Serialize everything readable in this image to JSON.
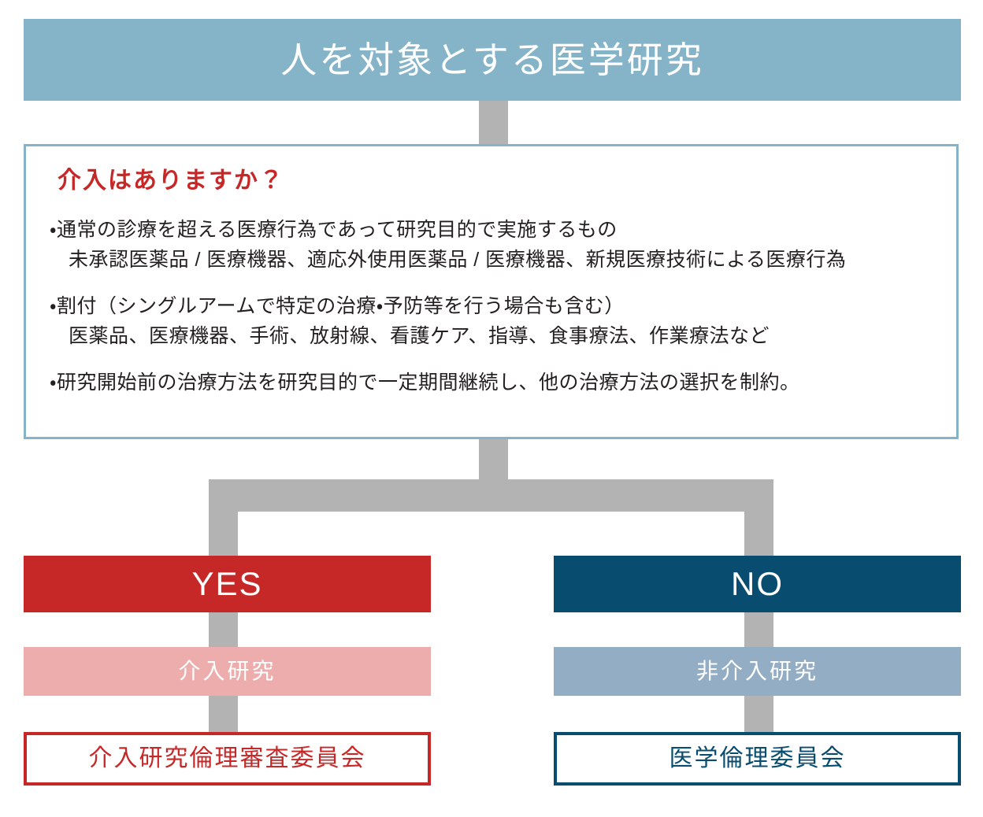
{
  "header": {
    "title": "人を対象とする医学研究"
  },
  "question": {
    "title": "介入はありますか？",
    "criteria": [
      {
        "main": "・通常の診療を超える医療行為であって研究目的で実施するもの",
        "sub": "未承認医薬品 / 医療機器、適応外使用医薬品 / 医療機器、新規医療技術による医療行為"
      },
      {
        "main": "・割付（シングルアームで特定の治療・予防等を行う場合も含む）",
        "sub": "医薬品、医療機器、手術、放射線、看護ケア、指導、食事療法、作業療法など"
      },
      {
        "main": "・研究開始前の治療方法を研究目的で一定期間継続し、他の治療方法の選択を制約。",
        "sub": ""
      }
    ]
  },
  "branches": {
    "yes": {
      "answer": "YES",
      "study_type": "介入研究",
      "committee": "介入研究倫理審査委員会"
    },
    "no": {
      "answer": "NO",
      "study_type": "非介入研究",
      "committee": "医学倫理委員会"
    }
  },
  "colors": {
    "header_blue": "#85b4c9",
    "yes_red": "#c62828",
    "no_navy": "#084c70",
    "intervention_pink": "#eeadad",
    "non_intervention_blue": "#93aec4",
    "connector_gray": "#b3b3b3",
    "question_text_red": "#c62828",
    "body_text": "#231f20"
  }
}
